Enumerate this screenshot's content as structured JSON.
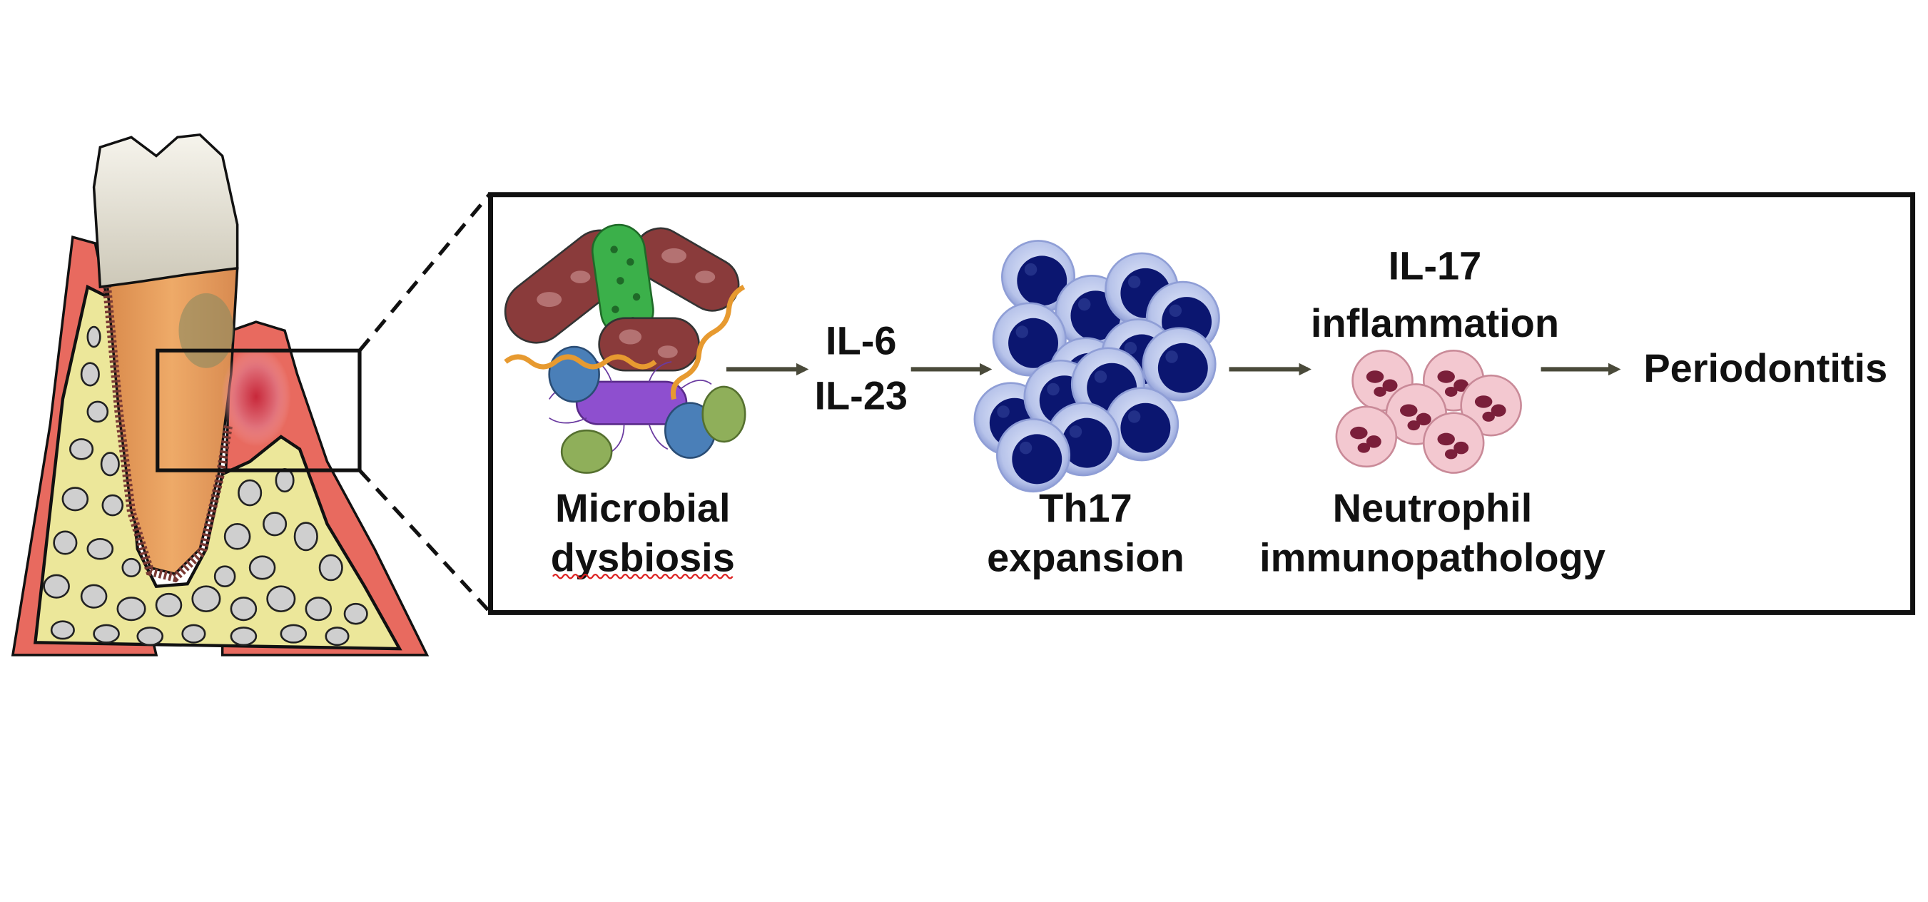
{
  "diagram": {
    "labels": {
      "microbial_line1": "Microbial",
      "microbial_line2": "dysbiosis",
      "il6": "IL-6",
      "il23": "IL-23",
      "th17_line1": "Th17",
      "th17_line2": "expansion",
      "il17": "IL-17",
      "inflammation": "inflammation",
      "neutrophil_line1": "Neutrophil",
      "neutrophil_line2": "immunopathology",
      "periodontitis": "Periodontitis"
    },
    "colors": {
      "arrow": "#4a4a3a",
      "gingiva": "#e86a5f",
      "bone": "#ece79a",
      "enamel": "#eeeae0",
      "root": "#e8a25c",
      "th17_cell": "#0b1670",
      "neutrophil": "#f3c8d0",
      "neutrophil_nucleus": "#7a1f3a"
    },
    "icons": [
      "tooth-illustration",
      "bacteria-cluster",
      "th17-cell-cluster",
      "neutrophil-cluster"
    ]
  }
}
